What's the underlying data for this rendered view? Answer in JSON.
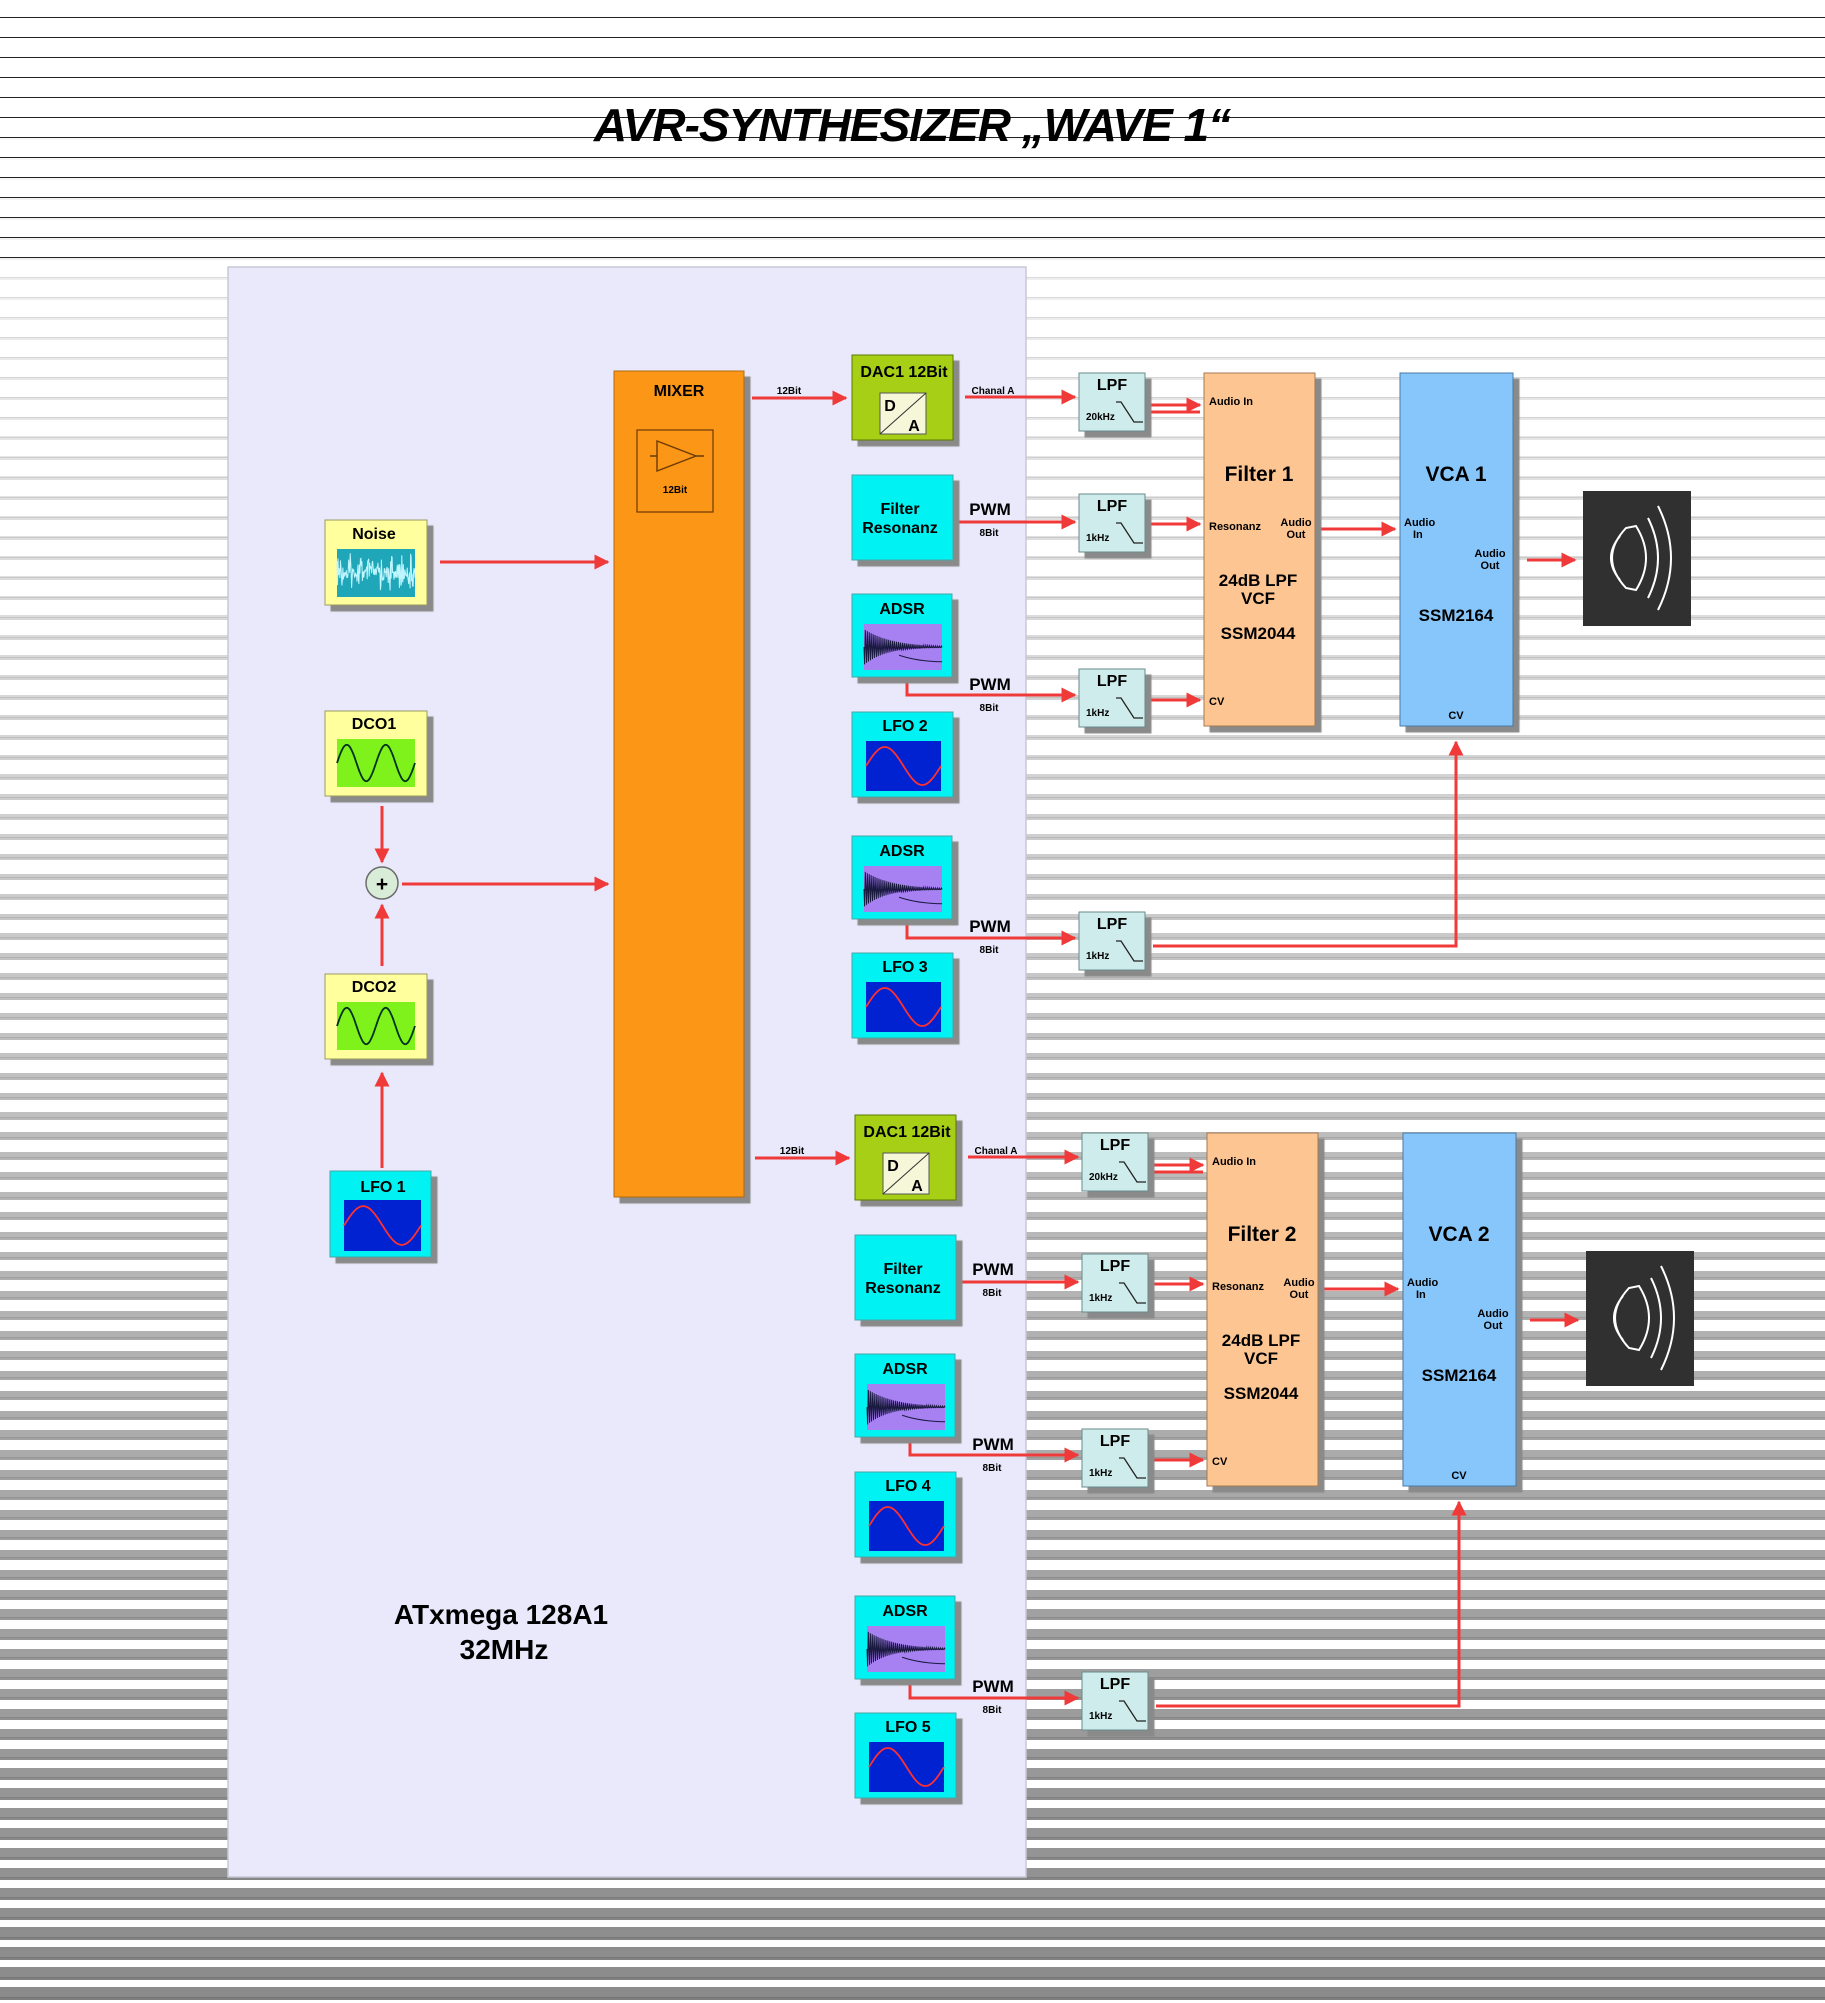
{
  "title": "AVR-SYNTHESIZER  „WAVE 1“",
  "mcu": {
    "name": "ATxmega 128A1",
    "clock": "32MHz"
  },
  "sources": {
    "noise": "Noise",
    "dco1": "DCO1",
    "dco2": "DCO2",
    "lfo1": "LFO 1",
    "adder_symbol": "+"
  },
  "mixer": {
    "label": "MIXER",
    "bits": "12Bit"
  },
  "wires": {
    "bits12": "12Bit",
    "chanal": "Chanal A",
    "pwm": "PWM",
    "bits8": "8Bit"
  },
  "filter_resonanz": {
    "line1": "Filter",
    "line2": "Resonanz"
  },
  "labels": {
    "adsr": "ADSR",
    "lpf": "LPF",
    "lpf_20k": "20kHz",
    "lpf_1k": "1kHz",
    "d": "D",
    "a": "A"
  },
  "filter_chip": {
    "audio_in": "Audio In",
    "resonanz": "Resonanz",
    "audio_out_1": "Audio",
    "audio_out_2": "Out",
    "type_1": "24dB LPF",
    "type_2": "VCF",
    "part": "SSM2044",
    "cv": "CV"
  },
  "vca_chip": {
    "audio_in_1": "Audio",
    "audio_in_2": "In",
    "audio_out_1": "Audio",
    "audio_out_2": "Out",
    "part": "SSM2164",
    "cv": "CV"
  },
  "channels": [
    {
      "dac": "DAC1 12Bit",
      "filter": "Filter 1",
      "vca": "VCA 1",
      "lfo_a": "LFO 2",
      "lfo_b": "LFO 3"
    },
    {
      "dac": "DAC1 12Bit",
      "filter": "Filter 2",
      "vca": "VCA 2",
      "lfo_a": "LFO 4",
      "lfo_b": "LFO 5"
    }
  ],
  "colors": {
    "panel": "#e9e9fb",
    "mixer": "#fb9617",
    "dac": "#a6cf12",
    "cyan_block": "#00f2f2",
    "source_block": "#ffff9e",
    "filter_chip": "#fdc592",
    "vca_chip": "#86c6fb",
    "lpf_block": "#cfecec",
    "wire": "#f03a3a",
    "speaker": "#303030",
    "adsr_screen": "#a780f2",
    "lfo_screen": "#0022d0",
    "dco_screen": "#7ef21a",
    "noise_screen": "#1fa6b8"
  }
}
